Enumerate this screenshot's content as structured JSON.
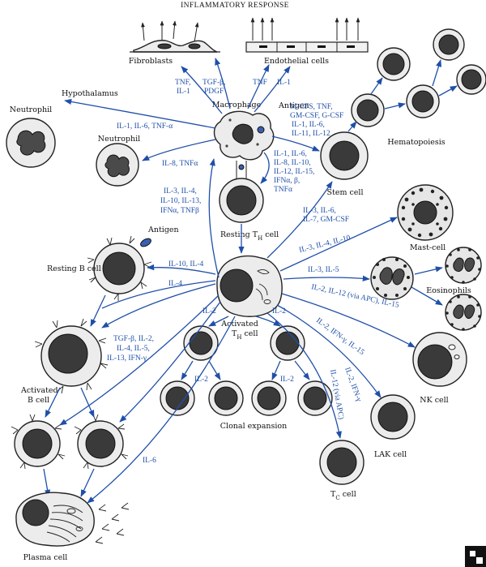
{
  "title": "INFLAMMATORY RESPONSE",
  "cells": {
    "fibroblasts": "Fibroblasts",
    "endothelial": "Endothelial cells",
    "hypothalamus": "Hypothalamus",
    "macrophage": "Macrophage",
    "antigen_top": "Antigen",
    "neutrophil": "Neutrophil",
    "neutrophil2": "Neutrophil",
    "hematopoiesis": "Hematopoiesis",
    "stem_cell": "Stem cell",
    "resting_th": "Resting T",
    "resting_th_sub": "H",
    "resting_th_tail": " cell",
    "antigen_b": "Antigen",
    "mast_cell": "Mast-cell",
    "resting_b": "Resting B cell",
    "eosinophils": "Eosinophils",
    "activated_th_1": "Activated",
    "activated_th_2": "T",
    "activated_th_sub": "H",
    "activated_th_tail": " cell",
    "activated_b_1": "Activated",
    "activated_b_2": "B cell",
    "nk_cell": "NK cell",
    "clonal": "Clonal expansion",
    "lak_cell": "LAK cell",
    "tc_cell": "T",
    "tc_sub": "C",
    "tc_tail": " cell",
    "plasma_cell": "Plasma cell"
  },
  "cytokines": {
    "tnf_il1_left": [
      "TNF,",
      "IL-1"
    ],
    "tgf_pdgf": [
      "TGF-β,",
      "PDGF"
    ],
    "tnf_mid": "TNF",
    "il1_right": "IL-1",
    "hypo": "IL-1, IL-6, TNF-α",
    "neut": "IL-8, TNFα",
    "stem_mac": [
      "M-CFS, TNF,",
      "GM-CSF, G-CSF",
      "IL-1, IL-6,",
      "IL-11, IL-12"
    ],
    "th_mac": [
      "IL-1, IL-6,",
      "IL-8, IL-10,",
      "IL-12, IL-15,",
      "IFNα, β,",
      "TNFα"
    ],
    "th_left": [
      "IL-3, IL-4,",
      "IL-10, IL-13,",
      "IFNα, TNFβ"
    ],
    "stem_th": [
      "IL-3, IL-6,",
      "IL-7, GM-CSF"
    ],
    "mast": "IL-3, IL-4, IL-10",
    "rest_b": "IL-10, IL-4",
    "eos": "IL-3, IL-5",
    "il4": "IL-4",
    "nk": "IL-2, IL-12 (via APC), IL-15",
    "il2_left": "IL-2",
    "il2_right": "IL-2",
    "lak": "IL-2, IFN-γ, IL-15",
    "act_b": [
      "TGF-β, IL-2,",
      "IL-4, IL-5,",
      "IL-13, IFN-γ"
    ],
    "lak2": "IL-2, IFN-γ",
    "tc": "IL-12 (via APC)",
    "clone1": "IL-2",
    "clone2": "IL-2",
    "plasma": "IL-6"
  }
}
